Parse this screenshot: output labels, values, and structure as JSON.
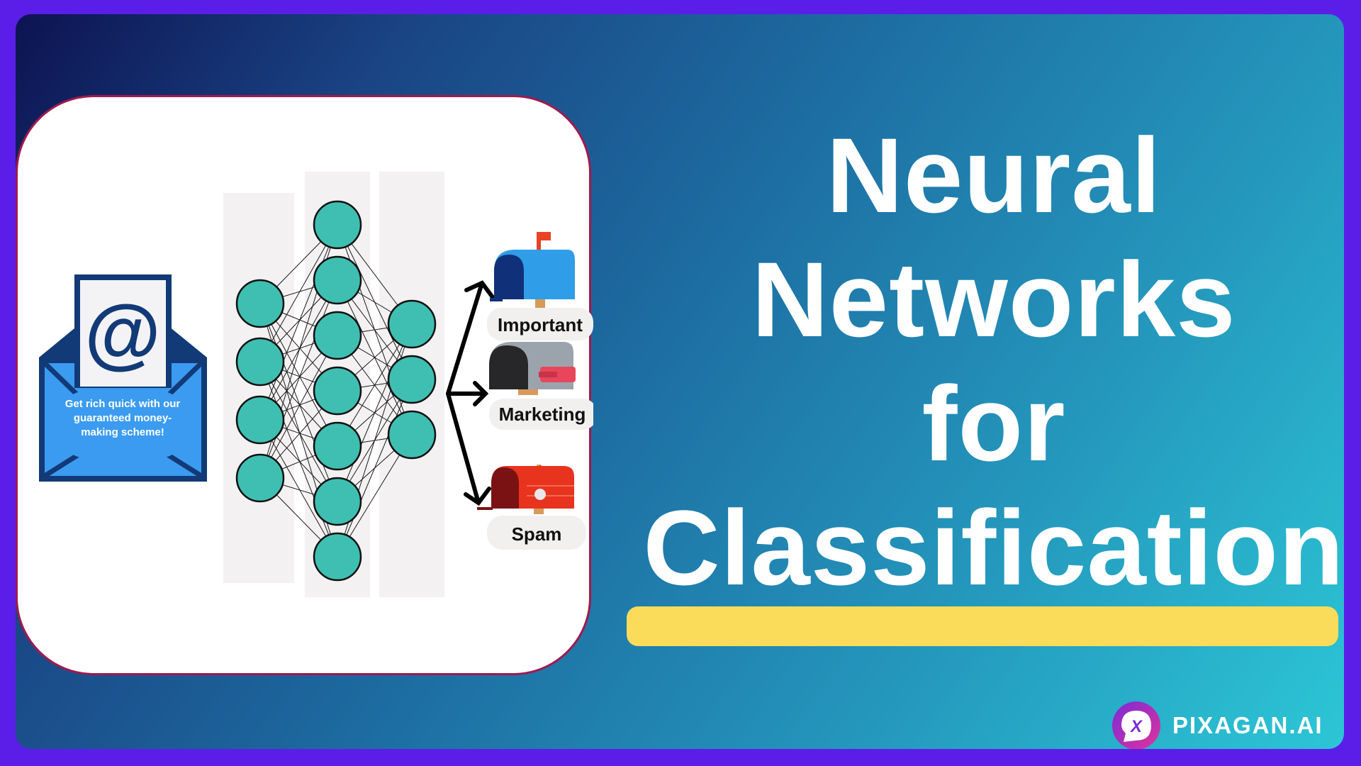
{
  "title": {
    "line1": "Neural",
    "line2": "Networks",
    "line3": "for",
    "line4": "Classification"
  },
  "email": {
    "symbol": "@",
    "message_line1": "Get rich quick with our",
    "message_line2": "guaranteed money-",
    "message_line3": "making scheme!"
  },
  "network": {
    "input_nodes": 4,
    "hidden_nodes": 7,
    "output_nodes": 3
  },
  "categories": [
    {
      "label": "Important",
      "icon": "blue-mailbox-icon"
    },
    {
      "label": "Marketing",
      "icon": "gray-mailbox-icon"
    },
    {
      "label": "Spam",
      "icon": "red-mailbox-icon"
    }
  ],
  "brand": {
    "name": "PIXAGAN.AI",
    "logo_letter": "X"
  },
  "colors": {
    "background_border": "#5b1ee8",
    "card_border": "#a1194d",
    "node_fill": "#3fbfb1",
    "highlight_bar": "#fbdc5a",
    "envelope_blue": "#3b9bf0",
    "envelope_navy": "#123a77"
  }
}
